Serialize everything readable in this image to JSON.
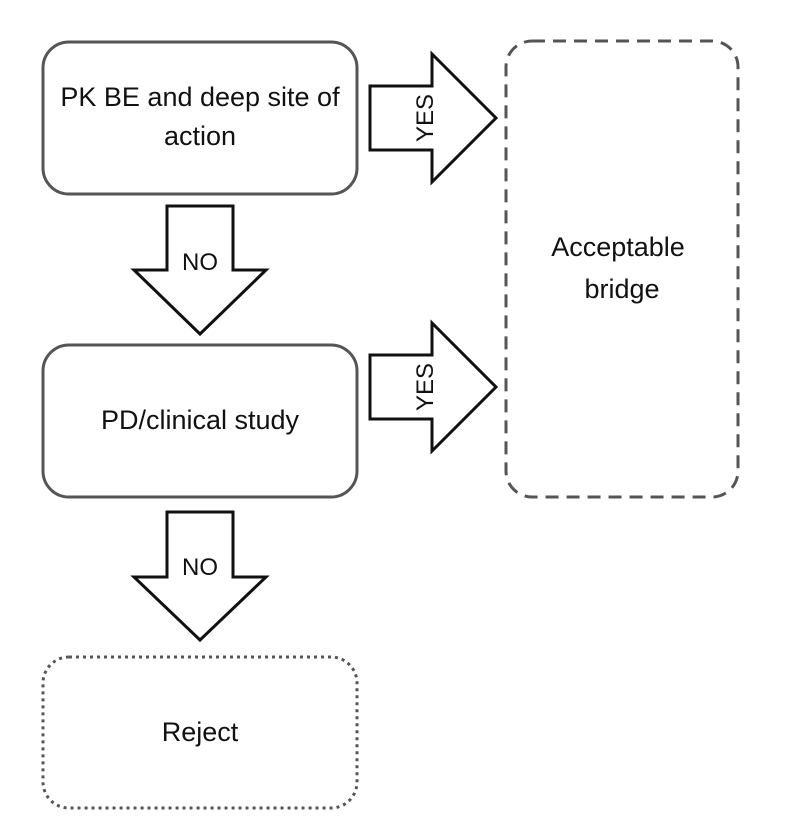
{
  "nodes": {
    "pk_be": {
      "line1": "PK BE and deep site of",
      "line2": "action"
    },
    "pd_clinical": {
      "label": "PD/clinical study"
    },
    "bridge": {
      "line1": "Acceptable",
      "line2": "bridge"
    },
    "reject": {
      "label": "Reject"
    }
  },
  "arrows": {
    "yes_top": "YES",
    "yes_bottom": "YES",
    "no_top": "NO",
    "no_bottom": "NO"
  },
  "colors": {
    "box_stroke": "#555555",
    "arrow_stroke": "#111111",
    "text": "#111111",
    "background": "#ffffff"
  }
}
